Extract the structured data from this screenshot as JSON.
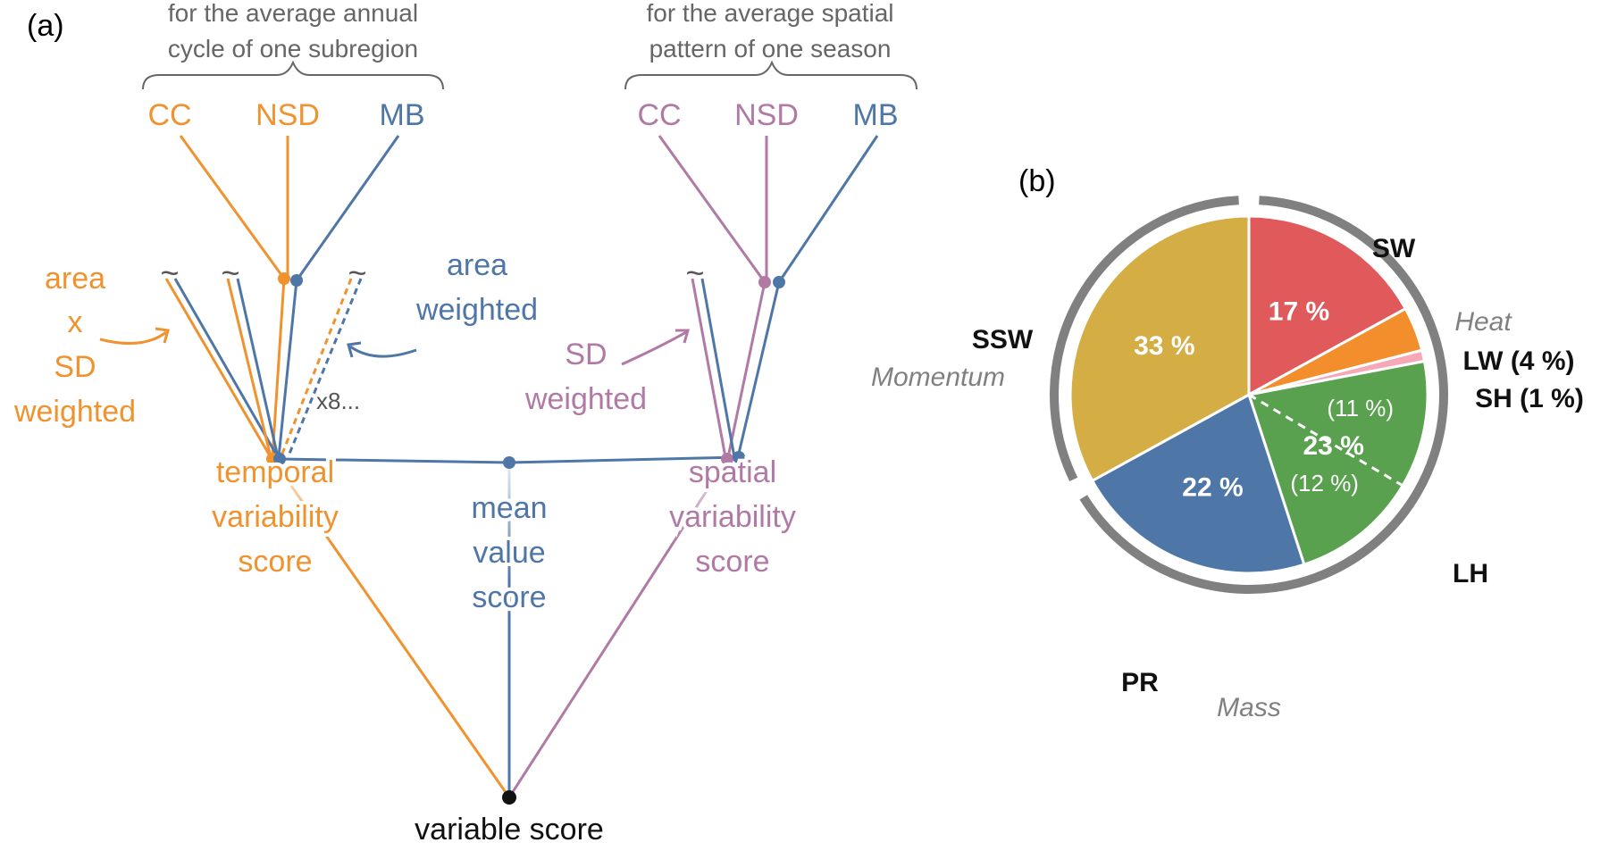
{
  "colors": {
    "orange": "#F0922E",
    "blue": "#4E76A7",
    "purple": "#B07AA5",
    "grey": "#808080",
    "sw": "#E05A5C",
    "lw": "#F28E2B",
    "sh": "#F7A8B6",
    "lh": "#59A14F",
    "pr": "#4E76A7",
    "ssw": "#D4AE45"
  },
  "panel_a": {
    "label": "(a)",
    "left_caption": [
      "for the average annual",
      "cycle of one subregion"
    ],
    "right_caption": [
      "for the average spatial",
      "pattern of one season"
    ],
    "left_metrics": {
      "cc": "CC",
      "nsd": "NSD",
      "mb": "MB"
    },
    "right_metrics": {
      "cc": "CC",
      "nsd": "NSD",
      "mb": "MB"
    },
    "tilde": "~",
    "more": "x8...",
    "area_sd_weighted": [
      "area",
      "x",
      "SD",
      "weighted"
    ],
    "area_weighted": [
      "area",
      "weighted"
    ],
    "sd_weighted": [
      "SD",
      "weighted"
    ],
    "temporal_score": [
      "temporal",
      "variability",
      "score"
    ],
    "mean_score": [
      "mean",
      "value",
      "score"
    ],
    "spatial_score": [
      "spatial",
      "variability",
      "score"
    ],
    "final": "variable score"
  },
  "panel_b": {
    "label": "(b)",
    "chart_data": {
      "type": "pie",
      "slices": [
        {
          "name": "SW",
          "value": 17,
          "label": "17 %",
          "color": "#E05A5C"
        },
        {
          "name": "LW",
          "value": 4,
          "label": "",
          "color": "#F28E2B"
        },
        {
          "name": "SH",
          "value": 1,
          "label": "",
          "color": "#F7A8B6"
        },
        {
          "name": "LH",
          "value": 23,
          "label": "23 %",
          "sublabels": [
            "(11 %)",
            "(12 %)"
          ],
          "color": "#59A14F"
        },
        {
          "name": "PR",
          "value": 22,
          "label": "22 %",
          "color": "#4E76A7"
        },
        {
          "name": "SSW",
          "value": 33,
          "label": "33 %",
          "color": "#D4AE45"
        }
      ],
      "slice_labels": {
        "sw": "SW",
        "lw": "LW (4 %)",
        "sh": "SH (1 %)",
        "lh": "LH",
        "pr": "PR",
        "ssw": "SSW"
      },
      "groups": [
        {
          "name": "Heat",
          "slices": [
            "SW",
            "LW",
            "SH",
            "LH"
          ]
        },
        {
          "name": "Mass",
          "slices": [
            "LH",
            "PR"
          ]
        },
        {
          "name": "Momentum",
          "slices": [
            "SSW"
          ]
        }
      ]
    }
  }
}
